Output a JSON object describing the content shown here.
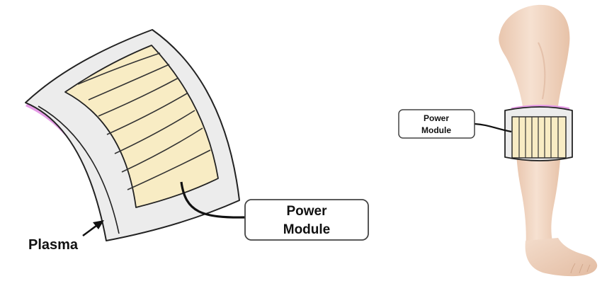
{
  "left_figure": {
    "label_plasma": "Plasma",
    "power_module_line1": "Power",
    "power_module_line2": "Module"
  },
  "right_figure": {
    "power_module_line1": "Power",
    "power_module_line2": "Module"
  },
  "colors": {
    "device_frame": "#ececec",
    "electrode_fill": "#f8ecc4",
    "plasma": "#e59be6",
    "skin": "#efd2bd",
    "line": "#1a1a1a"
  }
}
